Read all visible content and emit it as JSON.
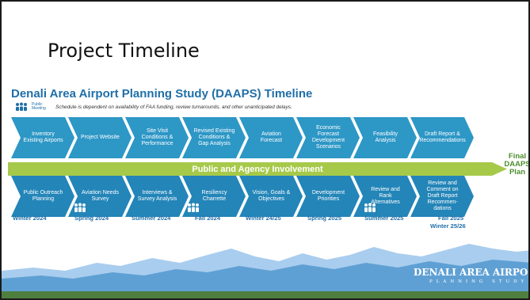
{
  "slide": {
    "title": "Project Timeline"
  },
  "timeline": {
    "title": "Denali Area Airport Planning Study (DAAPS) Timeline",
    "legend_label": "Public Meeting",
    "schedule_note": "Schedule is dependent on availability of FAA funding, review turnarounds, and other unanticipated delays."
  },
  "top_steps": [
    {
      "label": "Inventory Existing Airports"
    },
    {
      "label": "Project Website"
    },
    {
      "label": "Site Visit Conditions & Performance"
    },
    {
      "label": "Revised Existing Conditions & Gap Analysis"
    },
    {
      "label": "Aviation Forecast"
    },
    {
      "label": "Economic Forecast Development Scenarios"
    },
    {
      "label": "Feasibility Analysis"
    },
    {
      "label": "Draft Report & Recommendations"
    }
  ],
  "bottom_steps": [
    {
      "label": "Public Outreach Planning"
    },
    {
      "label": "Aviation Needs Survey"
    },
    {
      "label": "Interviews & Survey Analysis"
    },
    {
      "label": "Resiliency Charrette"
    },
    {
      "label": "Vision, Goals & Objectives"
    },
    {
      "label": "Development Priorities"
    },
    {
      "label": "Review and Rank Alternatives"
    },
    {
      "label": "Review and Comment on Draft Report Recommen-dations"
    }
  ],
  "band_label": "Public and Agency Involvement",
  "final_label": "Final DAAPS Plan",
  "dates": [
    "Winter 2024",
    "Spring 2024",
    "Summer 2024",
    "Fall 2024",
    "Winter 24/25",
    "Spring 2025",
    "Summer 2025",
    "Fall 2025",
    "Winter 25/26"
  ],
  "logo": {
    "main": "DENALI AREA AIRPORT",
    "sub": "PLANNING STUDY"
  },
  "colors": {
    "chevron_top": "#2d97c6",
    "chevron_bottom": "#2385b8",
    "band": "#a7c94a",
    "title_blue": "#1f6fa8",
    "final_green": "#4f8f2f"
  }
}
